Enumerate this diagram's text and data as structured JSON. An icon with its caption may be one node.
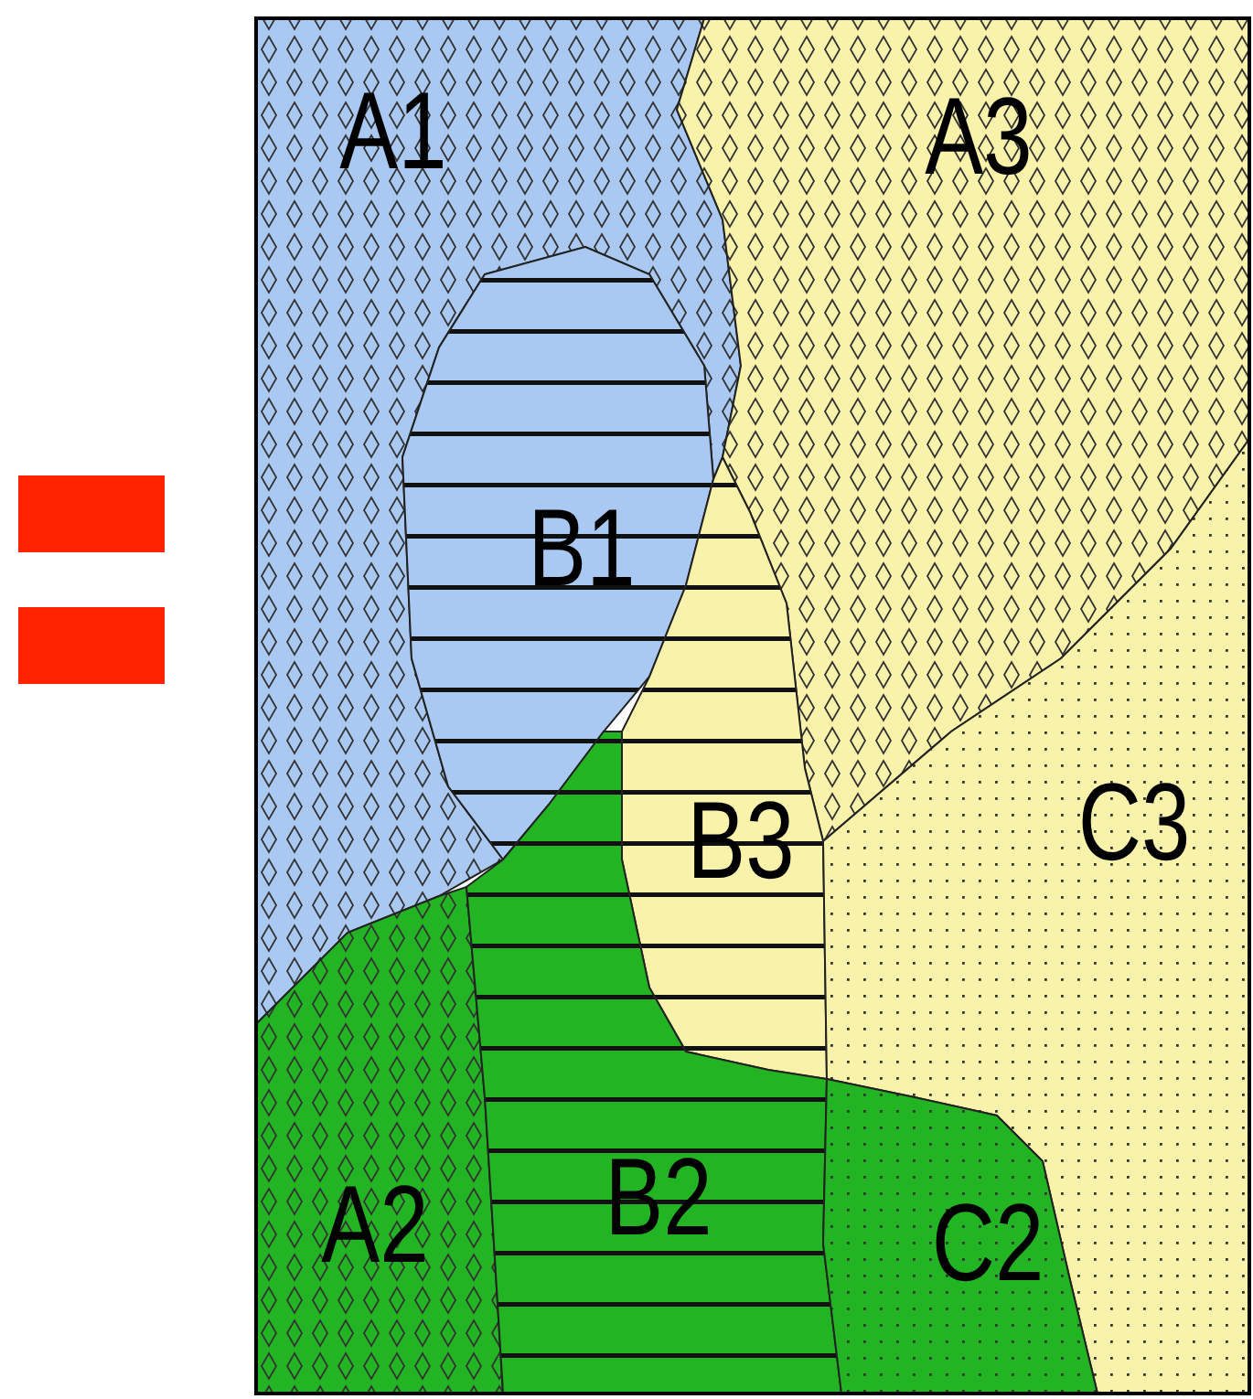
{
  "diagram": {
    "nodes": [
      {
        "text": [
          "A1"
        ]
      },
      {
        "text": [
          "A3"
        ]
      },
      {
        "text": [
          "B1"
        ]
      },
      {
        "text": [
          "B3"
        ]
      },
      {
        "text": [
          "C3"
        ]
      },
      {
        "text": [
          "A2"
        ]
      },
      {
        "text": [
          "B2"
        ]
      },
      {
        "text": [
          "C2"
        ]
      }
    ]
  }
}
